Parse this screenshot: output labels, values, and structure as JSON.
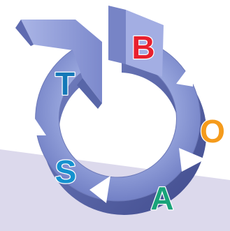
{
  "diagram": {
    "type": "cycle",
    "letters": [
      {
        "text": "B",
        "color": "#e8202e"
      },
      {
        "text": "O",
        "color": "#f59b1c"
      },
      {
        "text": "A",
        "color": "#1aa37a"
      },
      {
        "text": "S",
        "color": "#1591cf"
      },
      {
        "text": "T",
        "color": "#1478b8"
      }
    ],
    "ring_color": "#8a9ad6",
    "ring_shadow_color": "#5a67a8",
    "arrowhead_color": "#ffffff",
    "floor_color": "#dcd9ec",
    "icons": [
      "triangle-arrow-icon",
      "triangle-arrow-icon",
      "triangle-arrow-icon",
      "triangle-arrow-icon",
      "triangle-arrow-icon"
    ]
  }
}
